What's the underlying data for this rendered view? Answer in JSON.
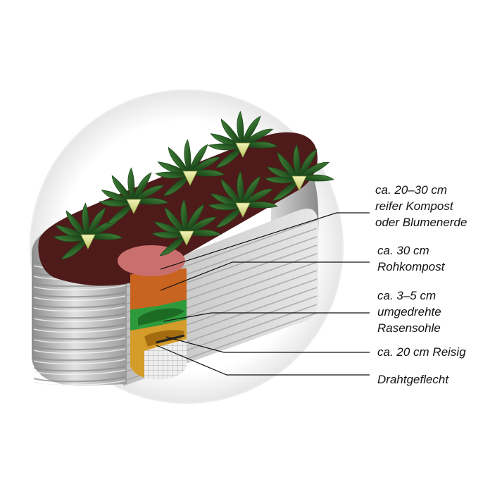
{
  "diagram": {
    "labels": [
      {
        "lines": [
          "ca. 20–30 cm",
          "reifer Kompost",
          "oder Blumenerde"
        ]
      },
      {
        "lines": [
          "ca. 30 cm",
          "Rohkompost"
        ]
      },
      {
        "lines": [
          "ca. 3–5 cm",
          "umgedrehte",
          "Rasensohle"
        ]
      },
      {
        "lines": [
          "ca. 20 cm Reisig"
        ]
      },
      {
        "lines": [
          "Drahtgeflecht"
        ]
      }
    ]
  },
  "colors": {
    "soil_top": "#4e1a1a",
    "compost_hole": "#c96f6d",
    "raw_compost": "#c8641f",
    "turf": "#2f9a3c",
    "brushwood": "#d49c2a",
    "wire_mesh": "#dddddd",
    "metal_light": "#d6d6d6",
    "metal_dark": "#8e8e8e",
    "plant_dark": "#1f4a1d",
    "plant_light": "#e9e49a"
  }
}
